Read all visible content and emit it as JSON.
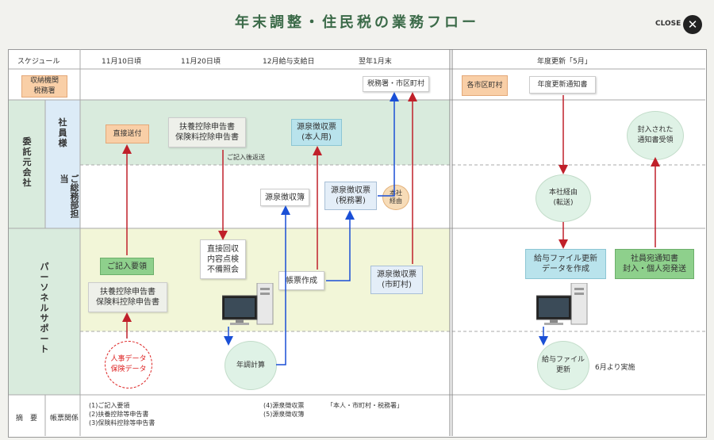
{
  "title": "年末調整・住民税の業務フロー",
  "close_label": "CLOSE",
  "close_icon": "✕",
  "headers": {
    "schedule": "スケジュール",
    "nov10": "11月10日頃",
    "nov20": "11月20日頃",
    "dec_payday": "12月給与支給日",
    "next_jan": "翌年1月末",
    "may_update": "年度更新「5月」"
  },
  "rows": {
    "collecting": "収納機関\n税務署",
    "client_company": "委託元会社",
    "employee": "社員様",
    "general_affairs": "ご総務部担当",
    "personnel_support": "パーソネルサポート",
    "summary": "摘　要",
    "form_relations": "帳票関係"
  },
  "boxes": {
    "tax_office_city": "税務署・市区町村",
    "each_city": "各市区町村",
    "annual_update_notice": "年度更新通知書",
    "direct_send": "直接送付",
    "dependent_forms_top": "扶養控除申告書\n保険料控除申告書",
    "return_after_fill": "ご記入後返送",
    "withholding_slip_self": "源泉徴収票\n(本人用)",
    "enclosed_notice": "封入された\n通知書受領",
    "withholding_ledger": "源泉徴収簿",
    "withholding_slip_taxoffice": "源泉徴収票\n(税務署)",
    "head_office_via": "本社\n経由",
    "head_office_transfer": "本社経由\n(転送)",
    "direct_collect": "直接回収\n内容点検\n不備照会",
    "fill_guide": "ご記入要領",
    "form_create": "帳票作成",
    "withholding_slip_city": "源泉徴収票\n(市町村)",
    "payroll_file_update": "給与ファイル更新\nデータを作成",
    "employee_notice_send": "社員宛通知書\n封入・個人宛発送",
    "dependent_forms_bottom": "扶養控除申告書\n保険料控除申告書",
    "hr_data": "人事データ\n保険データ",
    "year_end_calc": "年調計算",
    "payroll_file_renew": "給与ファイル\n更新",
    "from_june": "6月より実施"
  },
  "summary_notes": {
    "col1": [
      "(1)ご記入要領",
      "(2)扶養控除等申告書",
      "(3)保険料控除等申告書"
    ],
    "col2": [
      "(4)源泉徴収票",
      "(5)源泉徴収簿"
    ],
    "col3": "「本人・市町村・税務署」"
  },
  "colors": {
    "title": "#3b6a48",
    "arrow_red": "#c0202a",
    "arrow_blue": "#1a4fd6",
    "band_green": "#d9ebdd",
    "band_yellow": "#f2f6d8",
    "side_blue": "#dcebf7",
    "side_green": "#d9ebdd"
  }
}
